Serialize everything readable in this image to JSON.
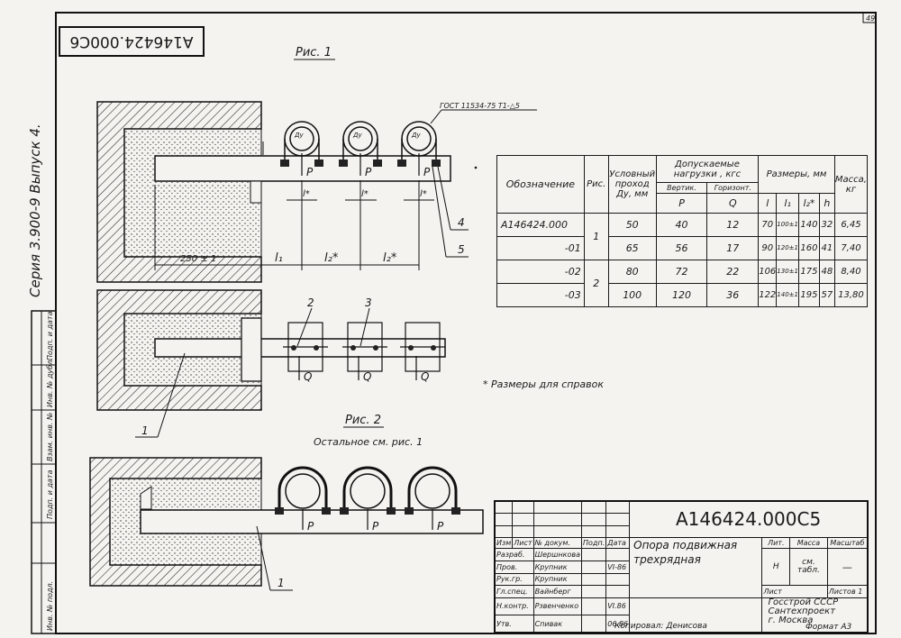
{
  "frame": {
    "sheet_number": "49",
    "stamp_code": "А146424.000С6",
    "series": "Серия 3.900-9 Выпуск 4.",
    "side_labels": [
      "Инв. № подл.",
      "Подп. и дата",
      "Взам. инв. №",
      "Инв. № дубл.",
      "Подп. и дата"
    ]
  },
  "fig1": {
    "title": "Рис. 1",
    "gost": "ГОСТ 11534-75 Т1-△5",
    "dim_250": "250 ± 1",
    "dim_l1": "l₁",
    "dim_l2a": "l₂*",
    "dim_l2b": "l₂*",
    "dim_lstar": "l*",
    "load_p": "P",
    "load_q": "Q",
    "du": "Ду",
    "callouts": [
      "1",
      "2",
      "3",
      "4",
      "5"
    ]
  },
  "fig2": {
    "title": "Рис. 2",
    "subtitle": "Остальное см. рис. 1",
    "callout": "1"
  },
  "note": "* Размеры для справок",
  "spec_table": {
    "headers": {
      "designation": "Обозначение",
      "fig": "Рис.",
      "bore": [
        "Условный",
        "проход",
        "Ду, мм"
      ],
      "loads": [
        "Допускаемые",
        "нагрузки , кгс"
      ],
      "vert": "Вертик.",
      "horiz": "Горизонт.",
      "p": "P",
      "q": "Q",
      "sizes": "Размеры, мм",
      "l": "l",
      "l1": "l₁",
      "l2": "l₂*",
      "h": "h",
      "mass": [
        "Масса,",
        "кг"
      ]
    },
    "rows": [
      {
        "designation": "А146424.000",
        "fig": "1",
        "du": "50",
        "p": "40",
        "q": "12",
        "l": "70",
        "l1": "100±1",
        "l2": "140",
        "h": "32",
        "mass": "6,45"
      },
      {
        "designation": "-01",
        "fig": "",
        "du": "65",
        "p": "56",
        "q": "17",
        "l": "90",
        "l1": "120±1",
        "l2": "160",
        "h": "41",
        "mass": "7,40"
      },
      {
        "designation": "-02",
        "fig": "2",
        "du": "80",
        "p": "72",
        "q": "22",
        "l": "106",
        "l1": "130±1",
        "l2": "175",
        "h": "48",
        "mass": "8,40"
      },
      {
        "designation": "-03",
        "fig": "",
        "du": "100",
        "p": "120",
        "q": "36",
        "l": "122",
        "l1": "140±1",
        "l2": "195",
        "h": "57",
        "mass": "13,80"
      }
    ]
  },
  "title_block": {
    "code": "А146424.000С5",
    "name": [
      "Опора подвижная",
      "трехрядная"
    ],
    "head": [
      "Изм",
      "Лист",
      "№ докум.",
      "Подп.",
      "Дата"
    ],
    "roles": [
      {
        "role": "Разраб.",
        "name": "Шершнкова",
        "date": ""
      },
      {
        "role": "Пров.",
        "name": "Крупник",
        "date": "VI-86"
      },
      {
        "role": "Рук.гр.",
        "name": "Крупник",
        "date": ""
      },
      {
        "role": "Гл.спец.",
        "name": "Вайнберг",
        "date": ""
      },
      {
        "role": "Н.контр.",
        "name": "Рзвенченко",
        "date": "VI.86"
      },
      {
        "role": "Утв.",
        "name": "Спивак",
        "date": "06.86"
      }
    ],
    "lit": "Лит.",
    "mass": "Масса",
    "scale": "Масштаб",
    "lit_val": "Н",
    "mass_val": "см. табл.",
    "scale_val": "—",
    "sheet": "Лист",
    "sheets": "Листов 1",
    "org": [
      "Госстрой СССР",
      "Сантехпроект",
      "г. Москва"
    ],
    "format": "Формат А3",
    "copied": "Копировал: Денисова"
  }
}
